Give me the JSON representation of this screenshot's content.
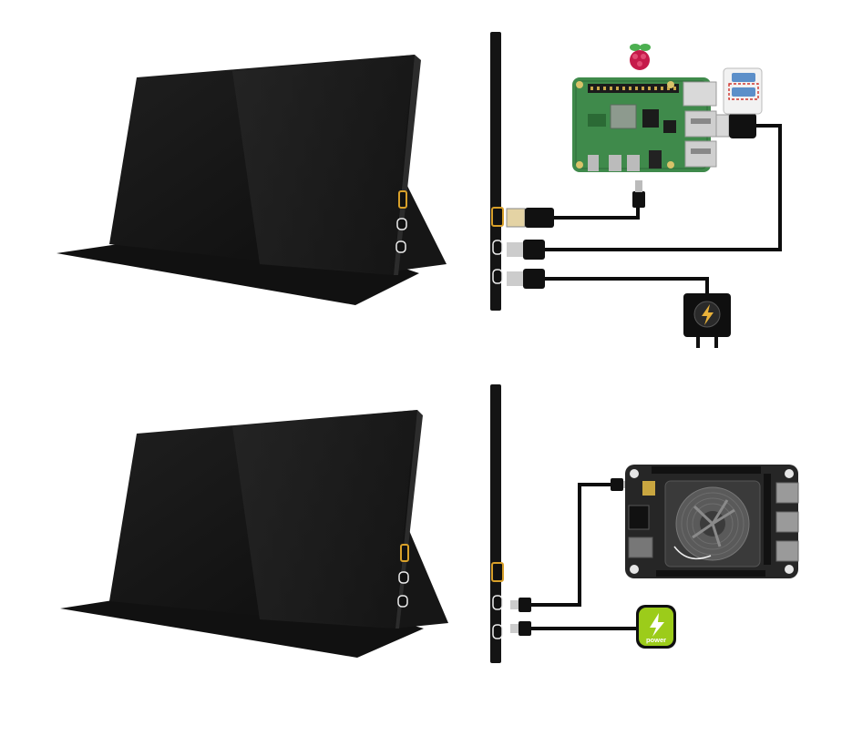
{
  "diagram": {
    "top_scenario": {
      "monitor": "portable-monitor",
      "board": "raspberry-pi",
      "connections": [
        "hdmi-to-pi",
        "usb-c-to-pi-usb",
        "usb-c-to-power-adapter"
      ]
    },
    "bottom_scenario": {
      "monitor": "portable-monitor",
      "board": "sbc-with-fan",
      "connections": [
        "usb-c-to-board",
        "usb-c-to-power-source"
      ]
    },
    "power_badge": {
      "label": "power",
      "color": "#9ccc1a"
    },
    "colors": {
      "monitor": "#121212",
      "hdmi_port": "#d8a02a",
      "pi_board": "#3f8a4b",
      "sbc_board": "#262626",
      "cable": "#0d0d0d"
    }
  }
}
